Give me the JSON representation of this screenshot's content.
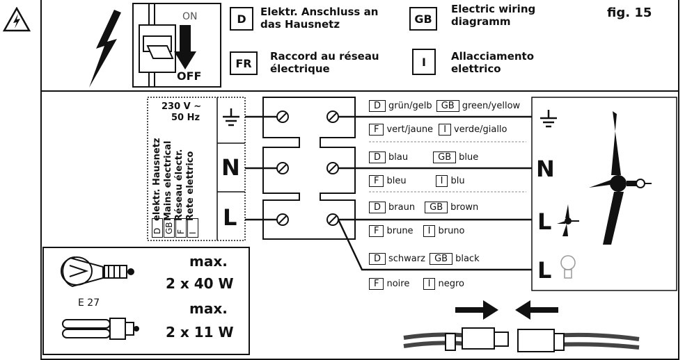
{
  "figure_label": "fig. 15",
  "switch": {
    "on": "ON",
    "off": "OFF"
  },
  "titles": {
    "de": {
      "code": "D",
      "text": "Elektr. Anschluss an das Hausnetz"
    },
    "gb": {
      "code": "GB",
      "text": "Electric wiring diagramm"
    },
    "fr": {
      "code": "FR",
      "text": "Raccord au réseau électrique"
    },
    "it": {
      "code": "I",
      "text": "Allacciamento elettrico"
    }
  },
  "mains": {
    "voltage": "230 V ~",
    "frequency": "50 Hz",
    "lines": [
      "elektr. Hausnetz",
      "Mains electrical",
      "Réseau électr.",
      "Rete elettrico"
    ],
    "codes": [
      "D",
      "GB",
      "F",
      "I"
    ]
  },
  "terminals": {
    "earth": "⏚",
    "neutral": "N",
    "live": "L"
  },
  "wires": [
    {
      "row1": {
        "c1": "D",
        "t1": "grün/gelb",
        "c2": "GB",
        "t2": "green/yellow"
      },
      "row2": {
        "c1": "F",
        "t1": "vert/jaune",
        "c2": "I",
        "t2": "verde/giallo"
      }
    },
    {
      "row1": {
        "c1": "D",
        "t1": "blau",
        "c2": "GB",
        "t2": "blue"
      },
      "row2": {
        "c1": "F",
        "t1": "bleu",
        "c2": "I",
        "t2": "blu"
      }
    },
    {
      "row1": {
        "c1": "D",
        "t1": "braun",
        "c2": "GB",
        "t2": "brown"
      },
      "row2": {
        "c1": "F",
        "t1": "brune",
        "c2": "I",
        "t2": "bruno"
      }
    },
    {
      "row1": {
        "c1": "D",
        "t1": "schwarz",
        "c2": "GB",
        "t2": "black"
      },
      "row2": {
        "c1": "F",
        "t1": "noire",
        "c2": "I",
        "t2": "negro"
      }
    }
  ],
  "device_terminals": {
    "n": "N",
    "l_fan": "L",
    "l_light": "L"
  },
  "lamps": {
    "max1": "max.",
    "power1": "2 x 40 W",
    "socket": "E 27",
    "max2": "max.",
    "power2": "2 x 11 W"
  }
}
